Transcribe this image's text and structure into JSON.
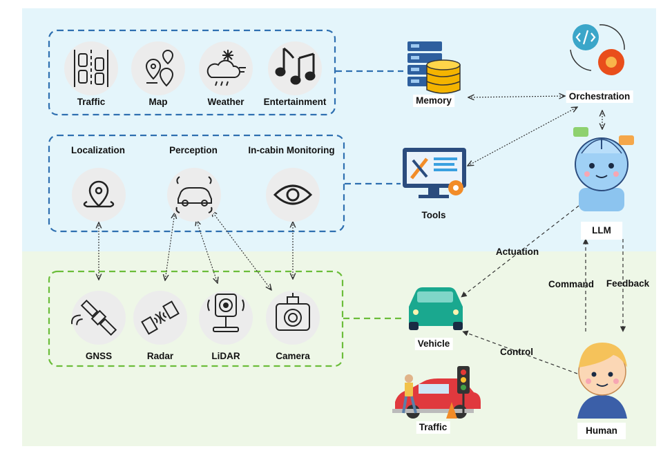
{
  "top_group": {
    "items": [
      "Traffic",
      "Map",
      "Weather",
      "Entertainment"
    ]
  },
  "mid_group": {
    "items": [
      "Localization",
      "Perception",
      "In-cabin Monitoring"
    ]
  },
  "sensor_group": {
    "items": [
      "GNSS",
      "Radar",
      "LiDAR",
      "Camera"
    ]
  },
  "right": {
    "memory": "Memory",
    "tools": "Tools",
    "orchestration": "Orchestration",
    "llm": "LLM",
    "vehicle": "Vehicle",
    "traffic": "Traffic",
    "human": "Human"
  },
  "edges": {
    "actuation": "Actuation",
    "command": "Command",
    "feedback": "Feedback",
    "control": "Control"
  },
  "colors": {
    "top_panel": "#e6f6fb",
    "bottom_panel": "#eef7e6",
    "blue_dash": "#2e6fb0",
    "green_dash": "#6bbd3a",
    "icon_circle": "#ececec"
  }
}
